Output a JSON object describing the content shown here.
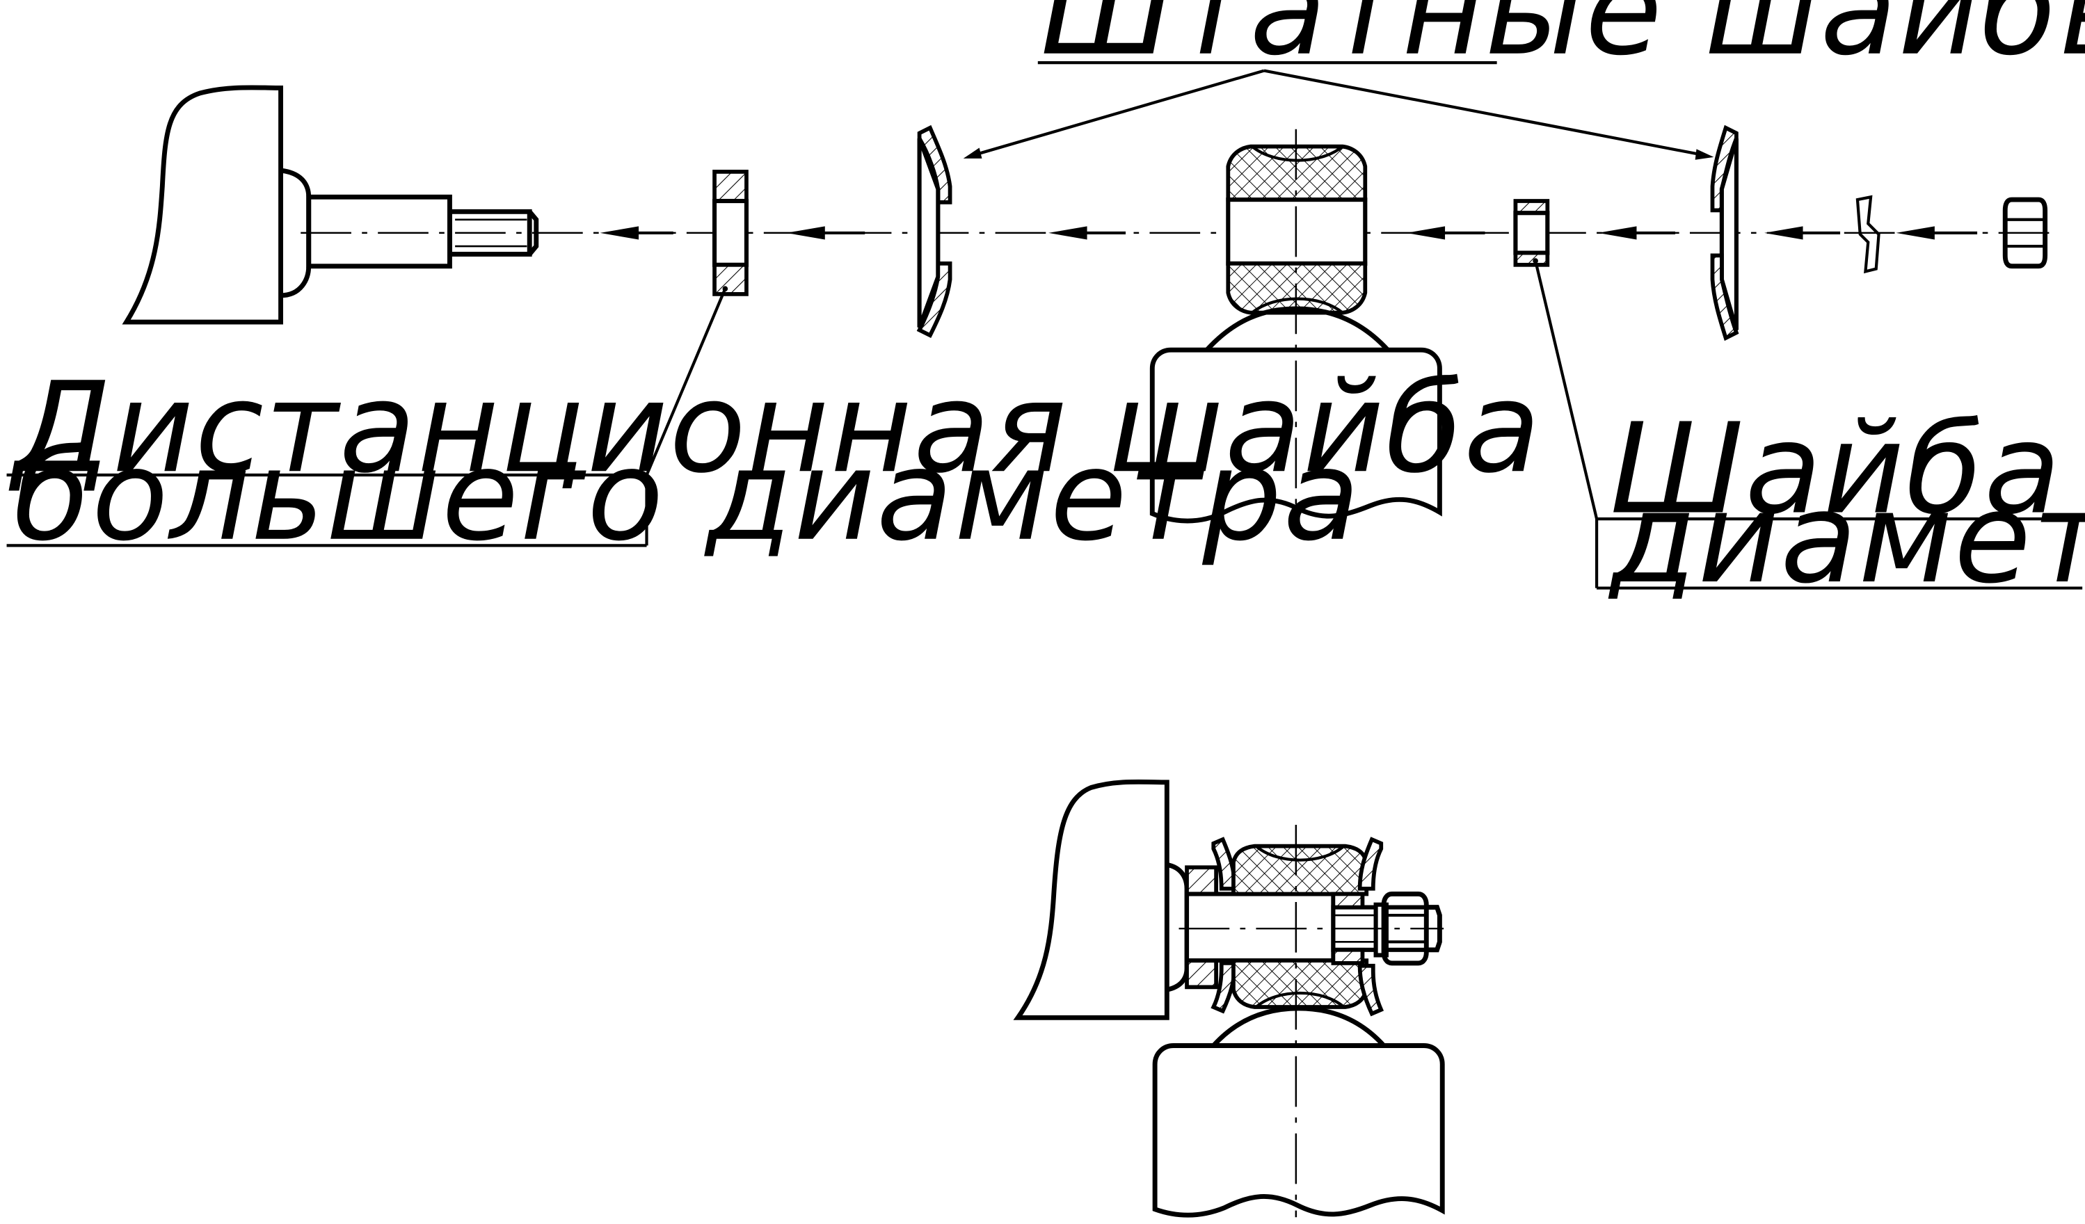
{
  "labels": {
    "standard_washers": "Штатные шайбы",
    "spacer_washer_line1": "Дистанционная шайба",
    "spacer_washer_line2": "большего диаметра",
    "smaller_washer_line1": "Шайба меньшего",
    "smaller_washer_line2": "диаметра"
  }
}
